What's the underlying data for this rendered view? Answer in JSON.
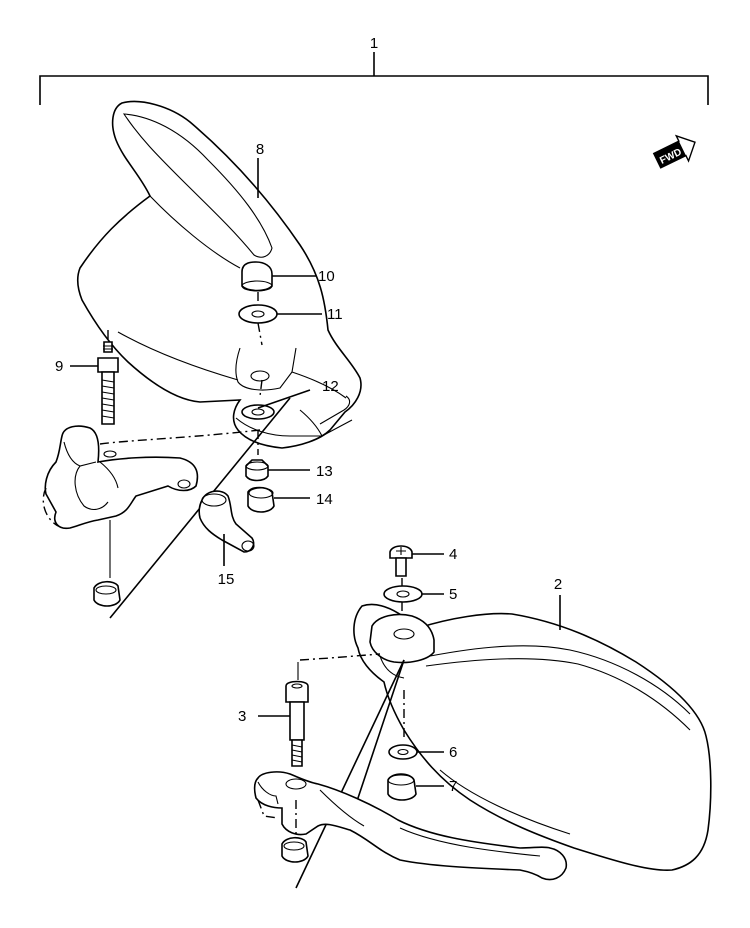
{
  "diagram": {
    "assembly_label": "1",
    "fwd_label": "FWD",
    "callouts": [
      {
        "id": "c1",
        "label": "1"
      },
      {
        "id": "c2",
        "label": "2"
      },
      {
        "id": "c3",
        "label": "3"
      },
      {
        "id": "c4",
        "label": "4"
      },
      {
        "id": "c5",
        "label": "5"
      },
      {
        "id": "c6",
        "label": "6"
      },
      {
        "id": "c7",
        "label": "7"
      },
      {
        "id": "c8",
        "label": "8"
      },
      {
        "id": "c9",
        "label": "9"
      },
      {
        "id": "c10",
        "label": "10"
      },
      {
        "id": "c11",
        "label": "11"
      },
      {
        "id": "c12",
        "label": "12"
      },
      {
        "id": "c13",
        "label": "13"
      },
      {
        "id": "c14",
        "label": "14"
      },
      {
        "id": "c15",
        "label": "15"
      }
    ]
  }
}
